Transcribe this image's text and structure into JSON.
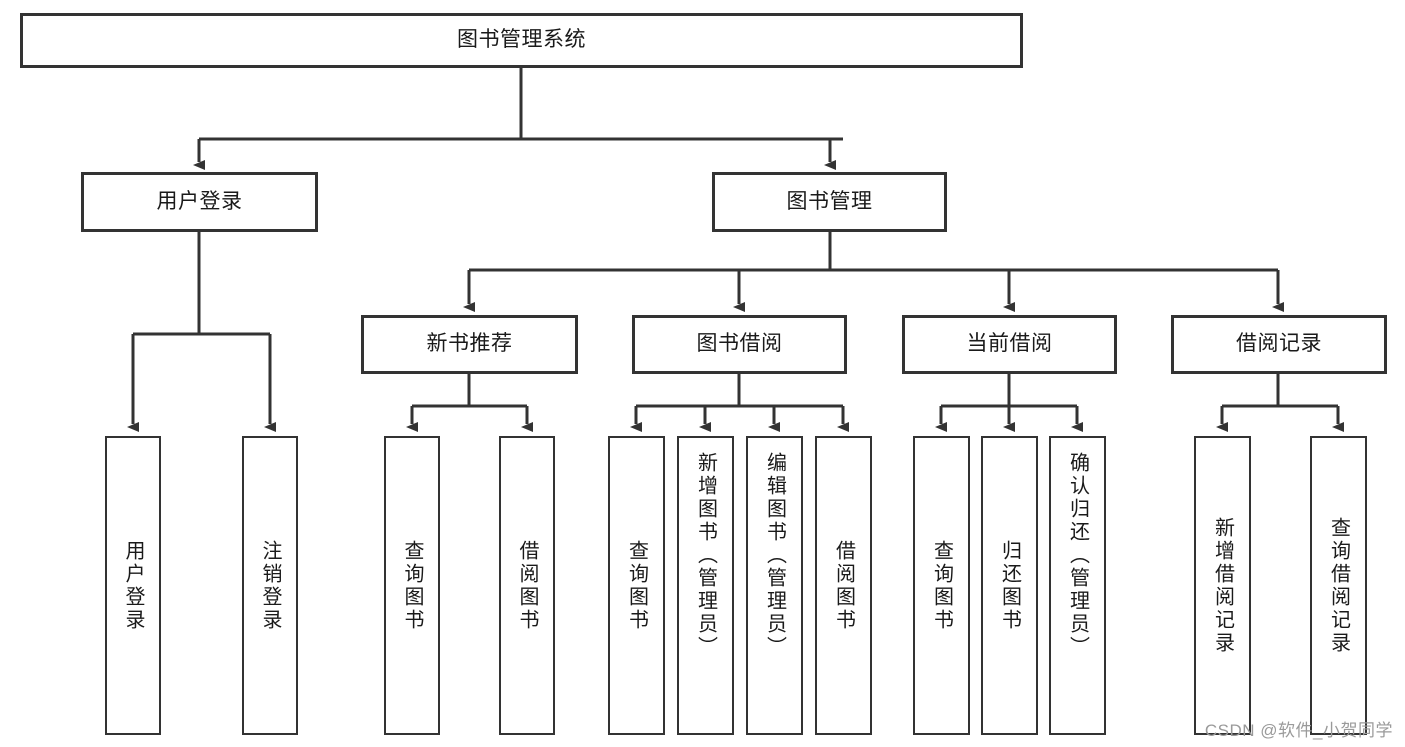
{
  "diagram": {
    "title": "图书管理系统",
    "type": "tree",
    "watermark": "CSDN @软件_小贺同学",
    "colors": {
      "stroke": "#333333",
      "text": "#1a1a1a",
      "background": "#ffffff",
      "watermark": "#9a9a9a"
    },
    "root": {
      "id": "root",
      "label": "图书管理系统",
      "orientation": "horizontal"
    },
    "level1": [
      {
        "id": "user-login",
        "label": "用户登录",
        "orientation": "horizontal"
      },
      {
        "id": "book-manage",
        "label": "图书管理",
        "orientation": "horizontal"
      }
    ],
    "level2": [
      {
        "id": "new-book-recommend",
        "label": "新书推荐",
        "orientation": "horizontal",
        "parent": "book-manage"
      },
      {
        "id": "book-borrow",
        "label": "图书借阅",
        "orientation": "horizontal",
        "parent": "book-manage"
      },
      {
        "id": "current-borrow",
        "label": "当前借阅",
        "orientation": "horizontal",
        "parent": "book-manage"
      },
      {
        "id": "borrow-record",
        "label": "借阅记录",
        "orientation": "horizontal",
        "parent": "book-manage"
      }
    ],
    "leaves": [
      {
        "id": "leaf-user-login",
        "label": "用户登录",
        "parent": "user-login",
        "orientation": "vertical",
        "align": "centered"
      },
      {
        "id": "leaf-logout",
        "label": "注销登录",
        "parent": "user-login",
        "orientation": "vertical",
        "align": "centered"
      },
      {
        "id": "leaf-query-book-1",
        "label": "查询图书",
        "parent": "new-book-recommend",
        "orientation": "vertical",
        "align": "centered"
      },
      {
        "id": "leaf-borrow-book-1",
        "label": "借阅图书",
        "parent": "new-book-recommend",
        "orientation": "vertical",
        "align": "centered"
      },
      {
        "id": "leaf-query-book-2",
        "label": "查询图书",
        "parent": "book-borrow",
        "orientation": "vertical",
        "align": "centered"
      },
      {
        "id": "leaf-add-book",
        "label": "新增图书（管理员）",
        "parent": "book-borrow",
        "orientation": "vertical",
        "align": "top"
      },
      {
        "id": "leaf-edit-book",
        "label": "编辑图书（管理员）",
        "parent": "book-borrow",
        "orientation": "vertical",
        "align": "top"
      },
      {
        "id": "leaf-borrow-book-2",
        "label": "借阅图书",
        "parent": "book-borrow",
        "orientation": "vertical",
        "align": "centered"
      },
      {
        "id": "leaf-query-book-3",
        "label": "查询图书",
        "parent": "current-borrow",
        "orientation": "vertical",
        "align": "centered"
      },
      {
        "id": "leaf-return-book",
        "label": "归还图书",
        "parent": "current-borrow",
        "orientation": "vertical",
        "align": "centered"
      },
      {
        "id": "leaf-confirm-return",
        "label": "确认归还（管理员）",
        "parent": "current-borrow",
        "orientation": "vertical",
        "align": "top"
      },
      {
        "id": "leaf-add-record",
        "label": "新增借阅记录",
        "parent": "borrow-record",
        "orientation": "vertical",
        "align": "centered"
      },
      {
        "id": "leaf-query-record",
        "label": "查询借阅记录",
        "parent": "borrow-record",
        "orientation": "vertical",
        "align": "centered"
      }
    ]
  }
}
